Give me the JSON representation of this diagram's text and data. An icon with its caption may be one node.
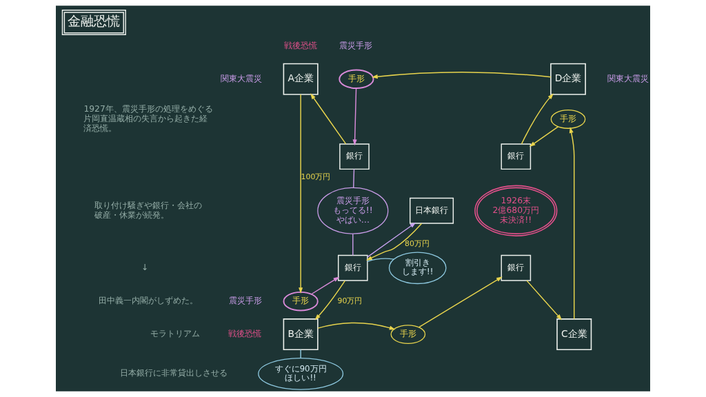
{
  "diagram": {
    "title": "金融恐慌",
    "nodes": [
      {
        "text": [
          "A企業"
        ],
        "beside": [
          "戦後恐慌",
          "関東大震災"
        ]
      },
      {
        "text": [
          "手形"
        ],
        "beside": [
          "震災手形"
        ]
      },
      {
        "text": [
          "D企業"
        ],
        "beside": [
          "関東大震災"
        ]
      },
      {
        "text": [
          "手形"
        ]
      },
      {
        "text": [
          "銀行"
        ]
      },
      {
        "text": [
          "銀行"
        ]
      },
      {
        "text": [
          "震災手形もってる!!",
          "やばい…"
        ]
      },
      {
        "text": [
          "日本銀行"
        ]
      },
      {
        "text": [
          "1926末",
          "2億680万円",
          "未決済!!"
        ]
      },
      {
        "text": [
          "銀行"
        ]
      },
      {
        "text": [
          "割引きします!!"
        ]
      },
      {
        "text": [
          "銀行"
        ]
      },
      {
        "text": [
          "手形"
        ],
        "beside": [
          "震災手形"
        ]
      },
      {
        "text": [
          "B企業"
        ],
        "beside": [
          "戦後恐慌"
        ]
      },
      {
        "text": [
          "手形"
        ]
      },
      {
        "text": [
          "C企業"
        ]
      },
      {
        "text": [
          "すぐに90万円ほしい!!"
        ]
      }
    ],
    "edges": [
      {
        "from": 2,
        "to": 1,
        "arrow": "to"
      },
      {
        "from": 1,
        "to": 4,
        "arrow": "to",
        "color": "#d98ad9"
      },
      {
        "from": 4,
        "to": 0,
        "arrow": "to"
      },
      {
        "from": 0,
        "to": 12,
        "arrow": "to",
        "label": "100万円"
      },
      {
        "from": 12,
        "to": 9,
        "arrow": "to",
        "color": "#d98ad9"
      },
      {
        "from": 9,
        "to": 7,
        "arrow": "to",
        "color": "#c8a2f0"
      },
      {
        "from": 7,
        "to": 9,
        "arrow": "to",
        "label": "80万円"
      },
      {
        "from": 9,
        "to": 13,
        "arrow": "to",
        "label": "90万円"
      },
      {
        "from": 13,
        "to": 14,
        "arrow": "to"
      },
      {
        "from": 14,
        "to": 11,
        "arrow": "to"
      },
      {
        "from": 11,
        "to": 15,
        "arrow": "to"
      },
      {
        "from": 15,
        "to": 3,
        "arrow": "to"
      },
      {
        "from": 3,
        "to": 5,
        "arrow": "to"
      },
      {
        "from": 5,
        "to": 2,
        "arrow": "to"
      },
      {
        "from": 4,
        "to": 6,
        "arrow": "none",
        "color": "#c79be6"
      },
      {
        "from": 6,
        "to": 9,
        "arrow": "none",
        "color": "#c79be6"
      },
      {
        "from": 9,
        "to": 10,
        "arrow": "none",
        "color": "#8ec9e0"
      },
      {
        "from": 13,
        "to": 16,
        "arrow": "none",
        "color": "#8ec9e0"
      }
    ],
    "labels": [
      "1927年、震災手形の処理をめぐる片岡直温蔵相の失言から起きた経済恐慌。",
      "取り付け騒ぎや銀行・会社の破産・休業が続発。",
      "↓",
      "田中義一内閣がしずめた。",
      "モラトリアム",
      "日本銀行に非常貸出しさせる"
    ]
  }
}
